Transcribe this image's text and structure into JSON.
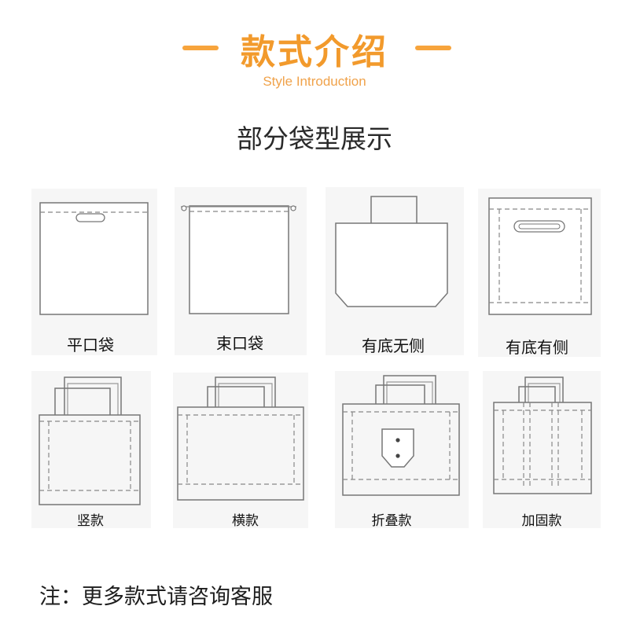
{
  "header": {
    "title": "款式介绍",
    "subtitle": "Style Introduction",
    "accent_color": "#f29a2c"
  },
  "section": {
    "title": "部分袋型展示"
  },
  "bag_types": [
    {
      "label": "平口袋",
      "icon": "flat-bag-icon"
    },
    {
      "label": "束口袋",
      "icon": "drawstring-bag-icon"
    },
    {
      "label": "有底无侧",
      "icon": "bottom-no-side-bag-icon"
    },
    {
      "label": "有底有侧",
      "icon": "bottom-with-side-bag-icon"
    },
    {
      "label": "竖款",
      "icon": "vertical-tote-icon"
    },
    {
      "label": "横款",
      "icon": "horizontal-tote-icon"
    },
    {
      "label": "折叠款",
      "icon": "foldable-tote-icon"
    },
    {
      "label": "加固款",
      "icon": "reinforced-tote-icon"
    }
  ],
  "footer": {
    "note": "注：更多款式请咨询客服"
  }
}
